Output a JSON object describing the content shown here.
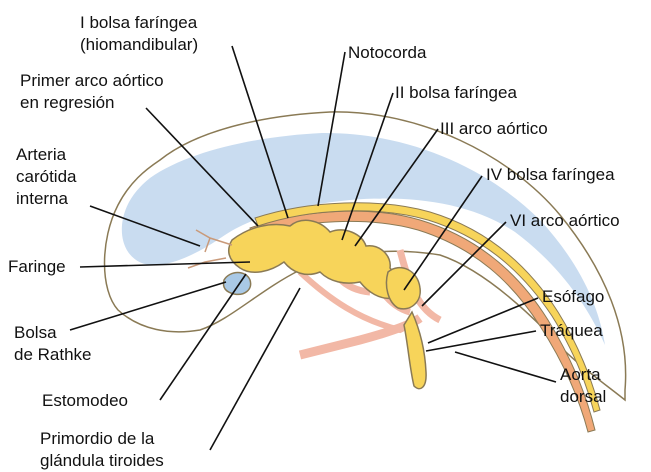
{
  "figure": {
    "labels": {
      "first_pouch_1": "I bolsa faríngea",
      "first_pouch_2": "(hiomandibular)",
      "notochord": "Notocorda",
      "first_arch_1": "Primer arco aórtico",
      "first_arch_2": "en regresión",
      "second_pouch": "II bolsa faríngea",
      "third_arch": "III arco aórtico",
      "carotid_1": "Arteria",
      "carotid_2": "carótida",
      "carotid_3": "interna",
      "fourth_pouch": "IV bolsa faríngea",
      "sixth_arch": "VI arco aórtico",
      "pharynx": "Faringe",
      "esophagus": "Esófago",
      "rathke_1": "Bolsa",
      "rathke_2": "de Rathke",
      "trachea": "Tráquea",
      "dorsal_aorta_1": "Aorta",
      "dorsal_aorta_2": "dorsal",
      "stomodeum": "Estomodeo",
      "thyroid_1": "Primordio de la",
      "thyroid_2": "glándula tiroides"
    },
    "colors": {
      "neural_tissue": "#c9dcf0",
      "endoderm": "#f7d45a",
      "vessel": "#f2b8a6",
      "dorsal_aorta_band": "#f0a878",
      "rathke_pouch": "#a9c9e6",
      "outline": "#8a7a55",
      "text": "#111111"
    }
  }
}
